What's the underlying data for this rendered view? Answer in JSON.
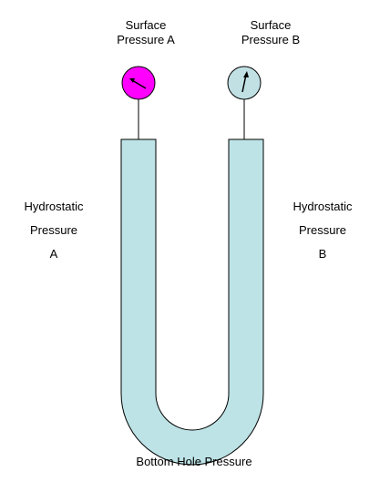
{
  "surface_pressure_a": {
    "line1": "Surface",
    "line2": "Pressure A",
    "gauge_color": "#FF00FF"
  },
  "surface_pressure_b": {
    "line1": "Surface",
    "line2": "Pressure B",
    "gauge_color": "#C0E0E4"
  },
  "hydrostatic_a": {
    "line1": "Hydrostatic",
    "line2": "Pressure",
    "line3": "A"
  },
  "hydrostatic_b": {
    "line1": "Hydrostatic",
    "line2": "Pressure",
    "line3": "B"
  },
  "bottom_hole_pressure": "Bottom Hole Pressure",
  "colors": {
    "fluid": "#BDE3E6",
    "outline": "#000000"
  }
}
